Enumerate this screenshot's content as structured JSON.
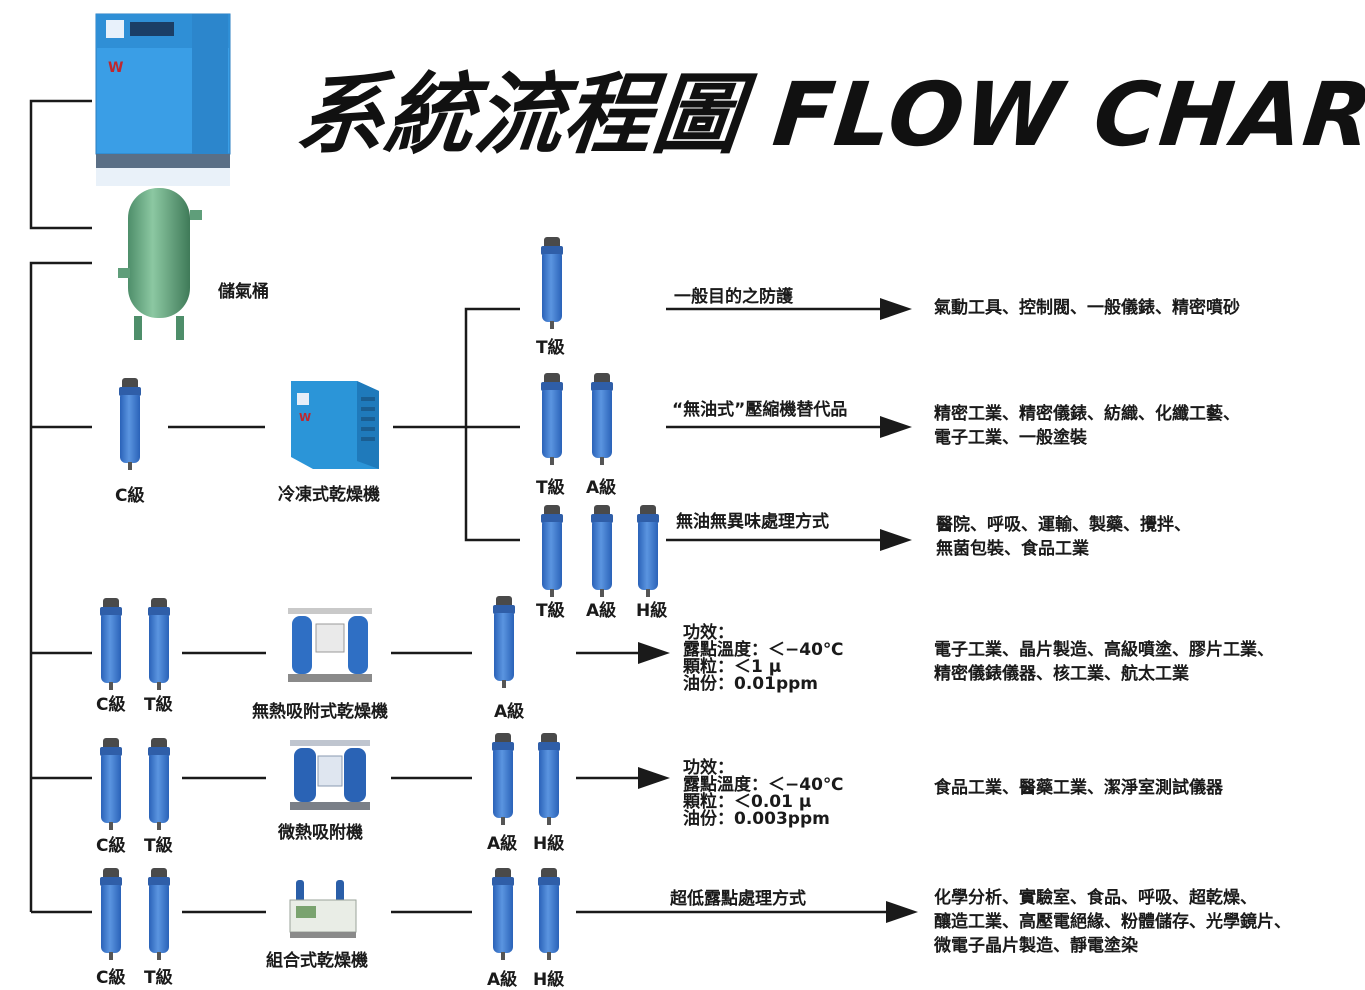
{
  "title": "系統流程圖 FLOW CHART",
  "equipment": {
    "tank": "儲氣桶",
    "refrigerated_dryer": "冷凍式乾燥機",
    "heatless_dryer": "無熱吸附式乾燥機",
    "micro_heat_dryer": "微熱吸附機",
    "combined_dryer": "組合式乾燥機"
  },
  "grades": {
    "c": "C級",
    "t": "T級",
    "a": "A級",
    "h": "H級"
  },
  "branches": [
    {
      "header": "一般目的之防護",
      "applications": [
        "氣動工具、控制閥、一般儀錶、精密噴砂"
      ]
    },
    {
      "header": "“無油式”壓縮機替代品",
      "applications": [
        "精密工業、精密儀錶、紡織、化纖工藝、",
        "電子工業、一般塗裝"
      ]
    },
    {
      "header": "無油無異味處理方式",
      "applications": [
        "醫院、呼吸、運輸、製藥、攪拌、",
        "無菌包裝、食品工業"
      ]
    },
    {
      "spec": [
        "功效：",
        "露點溫度：＜−40℃",
        "顆粒：＜1 μ",
        "油份：0.01ppm"
      ],
      "applications": [
        "電子工業、晶片製造、高級噴塗、膠片工業、",
        "精密儀錶儀器、核工業、航太工業"
      ]
    },
    {
      "spec": [
        "功效：",
        "露點溫度：＜−40℃",
        "顆粒：＜0.01 μ",
        "油份：0.003ppm"
      ],
      "applications": [
        "食品工業、醫藥工業、潔淨室測試儀器"
      ]
    },
    {
      "header": "超低露點處理方式",
      "applications": [
        "化學分析、實驗室、食品、呼吸、超乾燥、",
        "釀造工業、高壓電絕緣、粉體儲存、光學鏡片、",
        "微電子晶片製造、靜電塗染"
      ]
    }
  ],
  "colors": {
    "filter_blue": "#3a74c8",
    "machine_blue": "#2f8fd6",
    "tank_green": "#6fae8a",
    "line": "#1a1a1a"
  }
}
